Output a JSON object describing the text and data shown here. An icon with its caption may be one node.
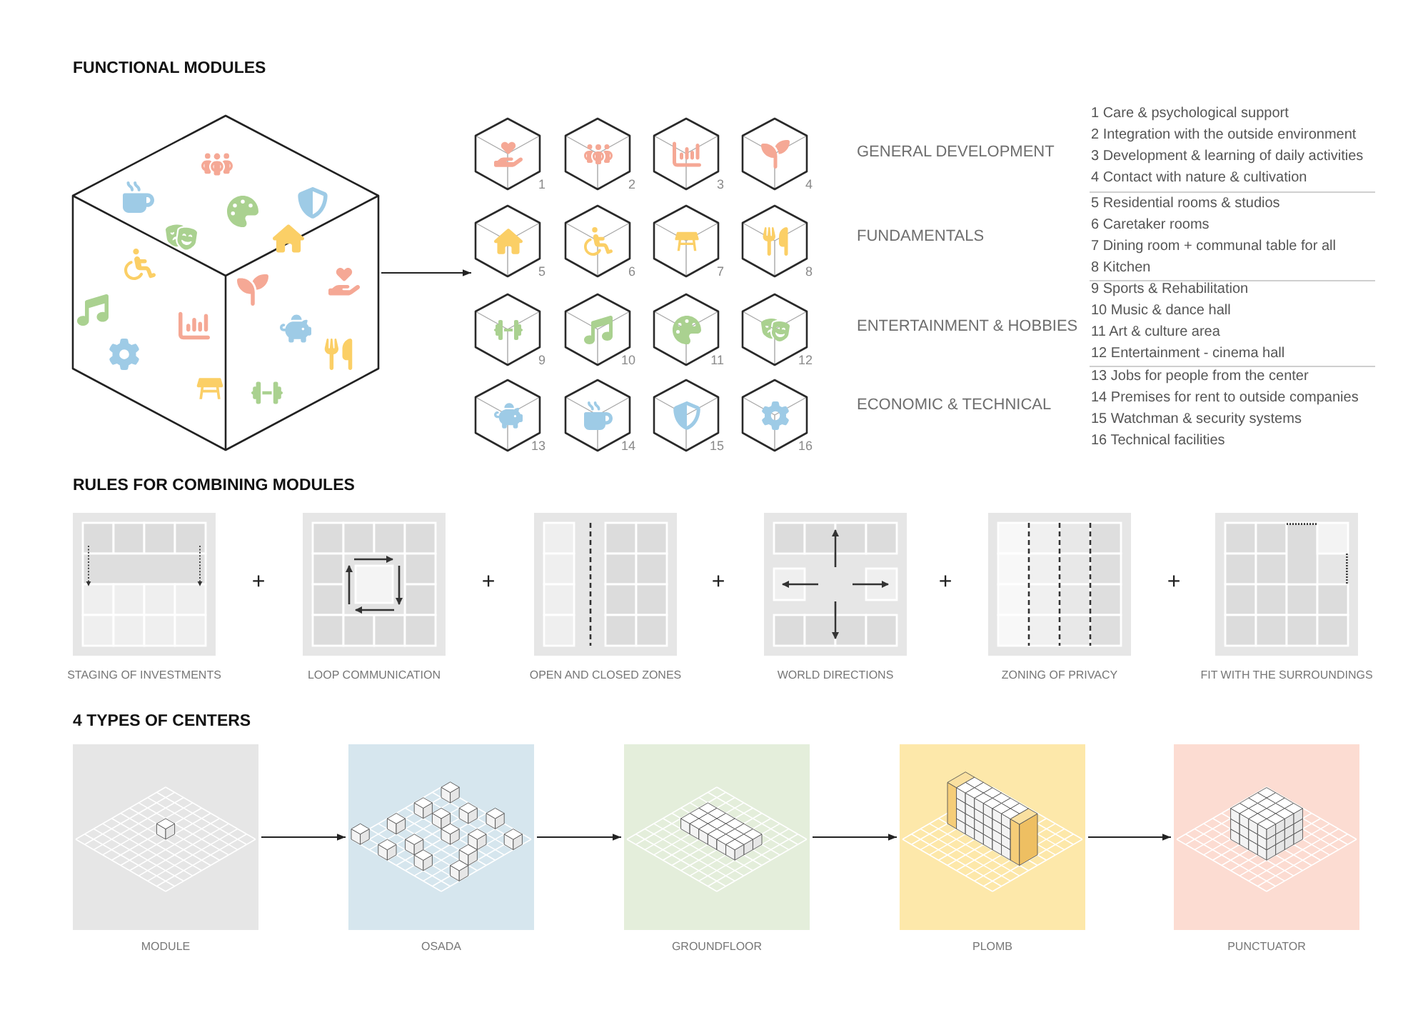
{
  "diagram": {
    "nodes": [
      {
        "text": [],
        "shape": "cube"
      },
      {
        "text": [
          "1"
        ]
      },
      {
        "text": [
          "2"
        ]
      },
      {
        "text": [
          "3"
        ]
      },
      {
        "text": [
          "4"
        ]
      },
      {
        "text": [
          "5"
        ]
      },
      {
        "text": [
          "6"
        ]
      },
      {
        "text": [
          "7"
        ]
      },
      {
        "text": [
          "8"
        ]
      },
      {
        "text": [
          "9"
        ]
      },
      {
        "text": [
          "10"
        ]
      },
      {
        "text": [
          "11"
        ]
      },
      {
        "text": [
          "12"
        ]
      },
      {
        "text": [
          "13"
        ]
      },
      {
        "text": [
          "14"
        ]
      },
      {
        "text": [
          "15"
        ]
      },
      {
        "text": [
          "16"
        ]
      },
      {
        "text": [
          "STAGING OF INVESTMENTS"
        ]
      },
      {
        "text": [
          "LOOP COMMUNICATION"
        ]
      },
      {
        "text": [
          "OPEN AND CLOSED ZONES"
        ]
      },
      {
        "text": [
          "WORLD DIRECTIONS"
        ]
      },
      {
        "text": [
          "ZONING OF PRIVACY"
        ]
      },
      {
        "text": [
          "FIT WITH THE SURROUNDINGS"
        ]
      },
      {
        "text": [
          "MODULE"
        ]
      },
      {
        "text": [
          "OSADA"
        ]
      },
      {
        "text": [
          "GROUNDFLOOR"
        ]
      },
      {
        "text": [
          "PLOMB"
        ]
      },
      {
        "text": [
          "PUNCTUATOR"
        ]
      }
    ],
    "edges": [
      {
        "from": 0,
        "to": 5,
        "arrow": "to"
      },
      {
        "from": 23,
        "to": 24,
        "arrow": "to"
      },
      {
        "from": 24,
        "to": 25,
        "arrow": "to"
      },
      {
        "from": 25,
        "to": 26,
        "arrow": "to"
      },
      {
        "from": 26,
        "to": 27,
        "arrow": "to"
      }
    ],
    "labels": [
      "FUNCTIONAL MODULES",
      "GENERAL DEVELOPMENT",
      "FUNDAMENTALS",
      "ENTERTAINMENT & HOBBIES",
      "ECONOMIC & TECHNICAL",
      "1 Care & psychological support",
      "2 Integration with the outside environment",
      "3 Development & learning of daily activities",
      "4 Contact with nature & cultivation",
      "5 Residential rooms & studios",
      "6 Caretaker rooms",
      "7 Dining room + communal table for all",
      "8 Kitchen",
      "9 Sports & Rehabilitation",
      "10 Music & dance hall",
      "11 Art & culture area",
      "12 Entertainment - cinema hall",
      "13 Jobs for people from the center",
      "14 Premises for rent to outside companies",
      "15 Watchman & security systems",
      "16 Technical facilities",
      "RULES FOR COMBINING MODULES",
      "+",
      "+",
      "+",
      "+",
      "+",
      "4 TYPES OF CENTERS"
    ]
  }
}
